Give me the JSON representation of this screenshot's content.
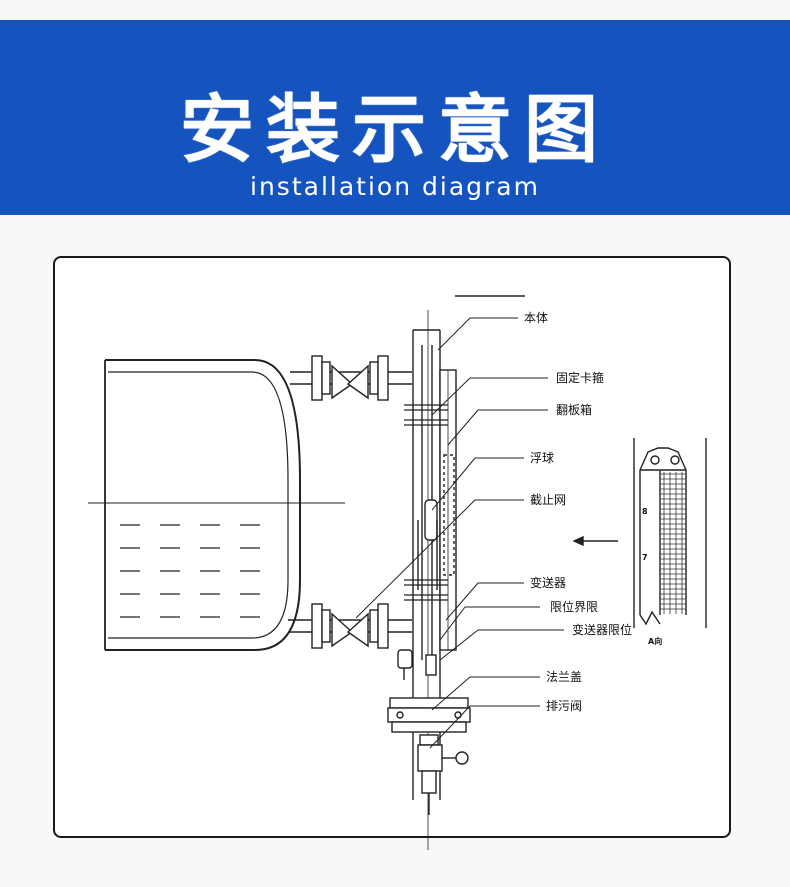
{
  "banner": {
    "title": "安装示意图",
    "subtitle": "installation diagram",
    "background_color": "#1553bf"
  },
  "diagram": {
    "labels": {
      "body": "本体",
      "fixing_clamp": "固定卡箍",
      "flap_box": "翻板箱",
      "float_ball": "浮球",
      "stop_net": "截止网",
      "transmitter": "变送器",
      "limit_switch": "限位界限",
      "transmitter_limit": "变送器限位",
      "flange_cover": "法兰盖",
      "drain_valve": "排污阀"
    },
    "scale": {
      "mark_upper": "8",
      "mark_lower": "7",
      "view_label": "A向"
    }
  }
}
